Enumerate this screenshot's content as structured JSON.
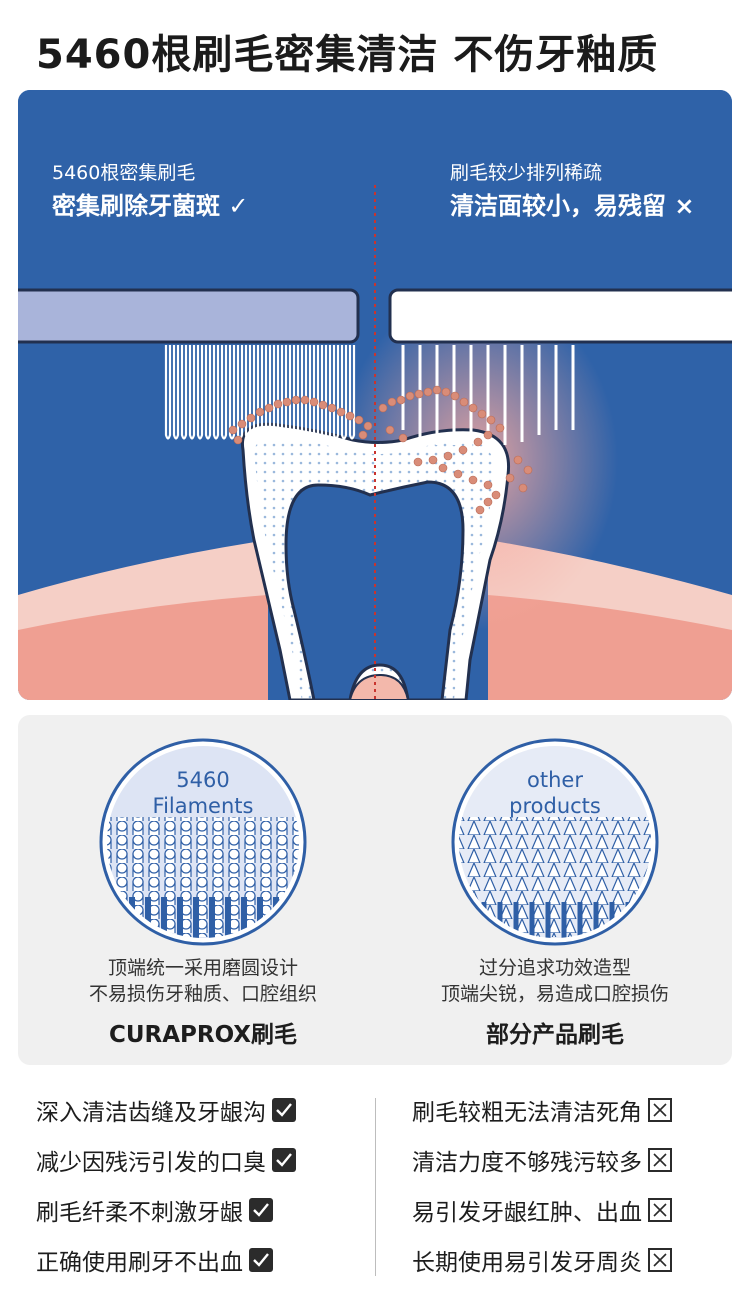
{
  "headline": "5460根刷毛密集清洁 不伤牙釉质",
  "compare": {
    "left_sub": "5460根密集刷毛",
    "left_main": "密集刷除牙菌斑 ✓",
    "right_sub": "刷毛较少排列稀疏",
    "right_main": "清洁面较小，易残留 ×"
  },
  "filaments": {
    "left": {
      "circle_label_1": "5460",
      "circle_label_2": "Filaments",
      "desc_1": "顶端统一采用磨圆设计",
      "desc_2": "不易损伤牙釉质、口腔组织",
      "brand": "CURAPROX刷毛"
    },
    "right": {
      "circle_label_1": "other",
      "circle_label_2": "products",
      "desc_1": "过分追求功效造型",
      "desc_2": "顶端尖锐，易造成口腔损伤",
      "brand": "部分产品刷毛"
    }
  },
  "benefits": [
    "深入清洁齿缝及牙龈沟",
    "减少因残污引发的口臭",
    "刷毛纤柔不刺激牙龈",
    "正确使用刷牙不出血"
  ],
  "drawbacks": [
    "刷毛较粗无法清洁死角",
    "清洁力度不够残污较多",
    "易引发牙龈红肿、出血",
    "长期使用易引发牙周炎"
  ],
  "colors": {
    "brand_blue": "#2f62a8",
    "gum_pink": "#f5c8bd",
    "plaque": "#d98c78"
  }
}
